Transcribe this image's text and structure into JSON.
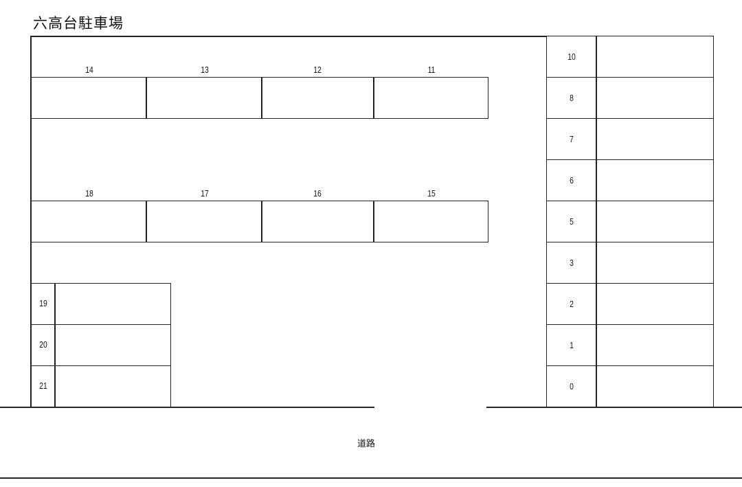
{
  "title": "六高台駐車場",
  "road_label": "道路",
  "top_row": [
    {
      "number": "14"
    },
    {
      "number": "13"
    },
    {
      "number": "12"
    },
    {
      "number": "11"
    }
  ],
  "middle_row": [
    {
      "number": "18"
    },
    {
      "number": "17"
    },
    {
      "number": "16"
    },
    {
      "number": "15"
    }
  ],
  "left_column": [
    {
      "number": "19"
    },
    {
      "number": "20"
    },
    {
      "number": "21"
    }
  ],
  "right_column": [
    {
      "number": "10"
    },
    {
      "number": "8"
    },
    {
      "number": "7"
    },
    {
      "number": "6"
    },
    {
      "number": "5"
    },
    {
      "number": "3"
    },
    {
      "number": "2"
    },
    {
      "number": "1"
    },
    {
      "number": "0"
    }
  ]
}
